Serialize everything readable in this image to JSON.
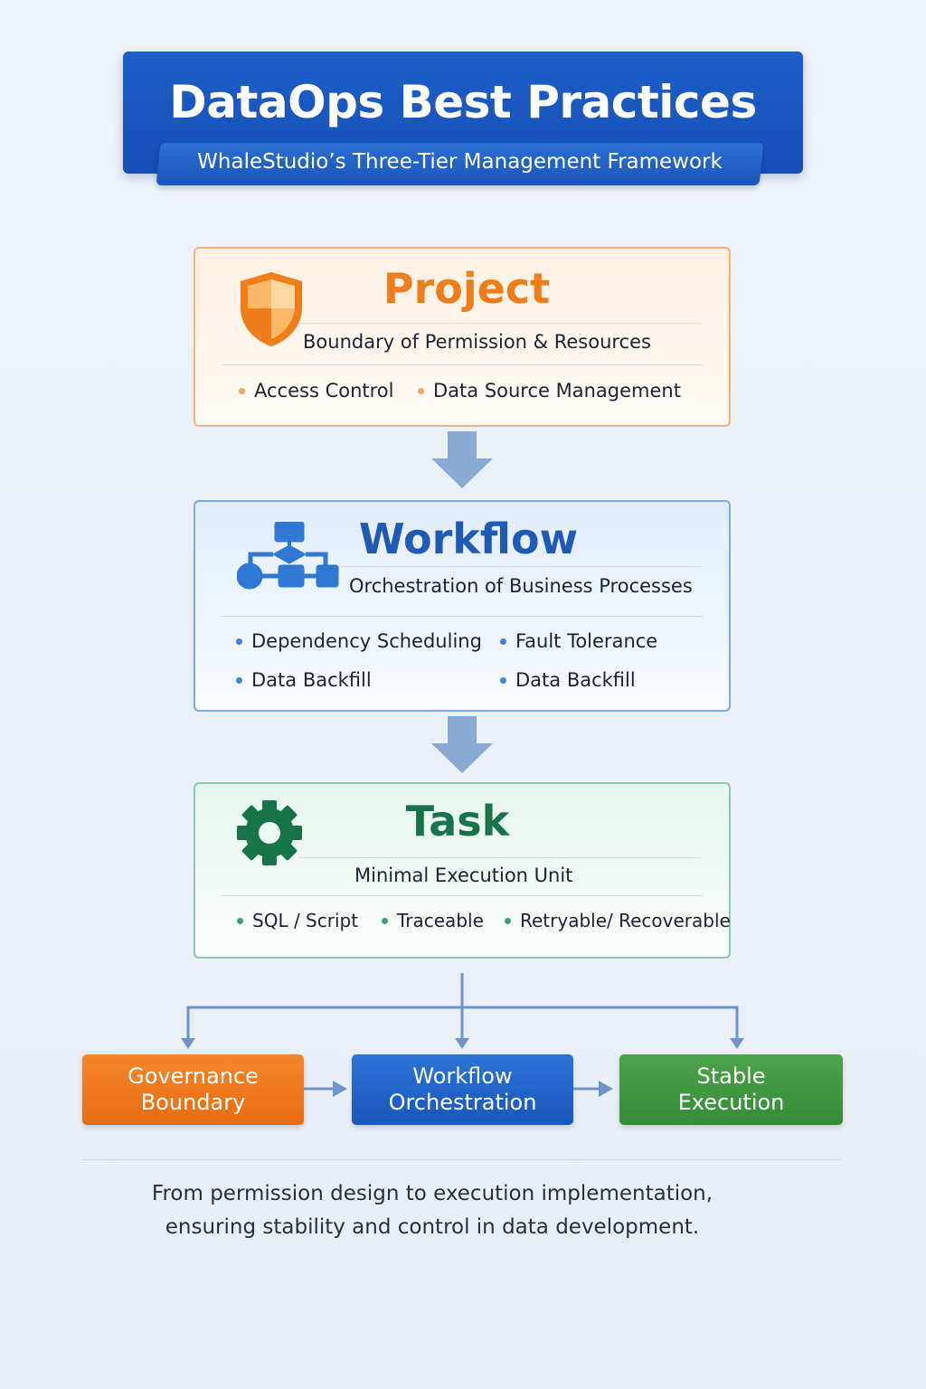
{
  "header": {
    "title": "DataOps Best Practices",
    "subtitle": "WhaleStudio’s Three-Tier Management Framework"
  },
  "tiers": [
    {
      "name": "Project",
      "description": "Boundary of Permission & Resources",
      "items": [
        "Access Control",
        "Data Source Management"
      ],
      "color": "#ef7d1a",
      "icon": "shield-icon"
    },
    {
      "name": "Workflow",
      "description": "Orchestration of Business Processes",
      "items": [
        "Dependency Scheduling",
        "Fault Tolerance",
        "Data Backfill",
        "Data Backfill"
      ],
      "color": "#1f5bb5",
      "icon": "flowchart-icon"
    },
    {
      "name": "Task",
      "description": "Minimal Execution Unit",
      "items": [
        "SQL / Script",
        "Traceable",
        "Retryable/ Recoverable"
      ],
      "color": "#17744a",
      "icon": "gear-icon"
    }
  ],
  "outcomes": [
    "Governance Boundary",
    "Workflow Orchestration",
    "Stable Execution"
  ],
  "footer": {
    "line1": "From permission design to execution implementation,",
    "line2": "ensuring stability and control in data development."
  }
}
